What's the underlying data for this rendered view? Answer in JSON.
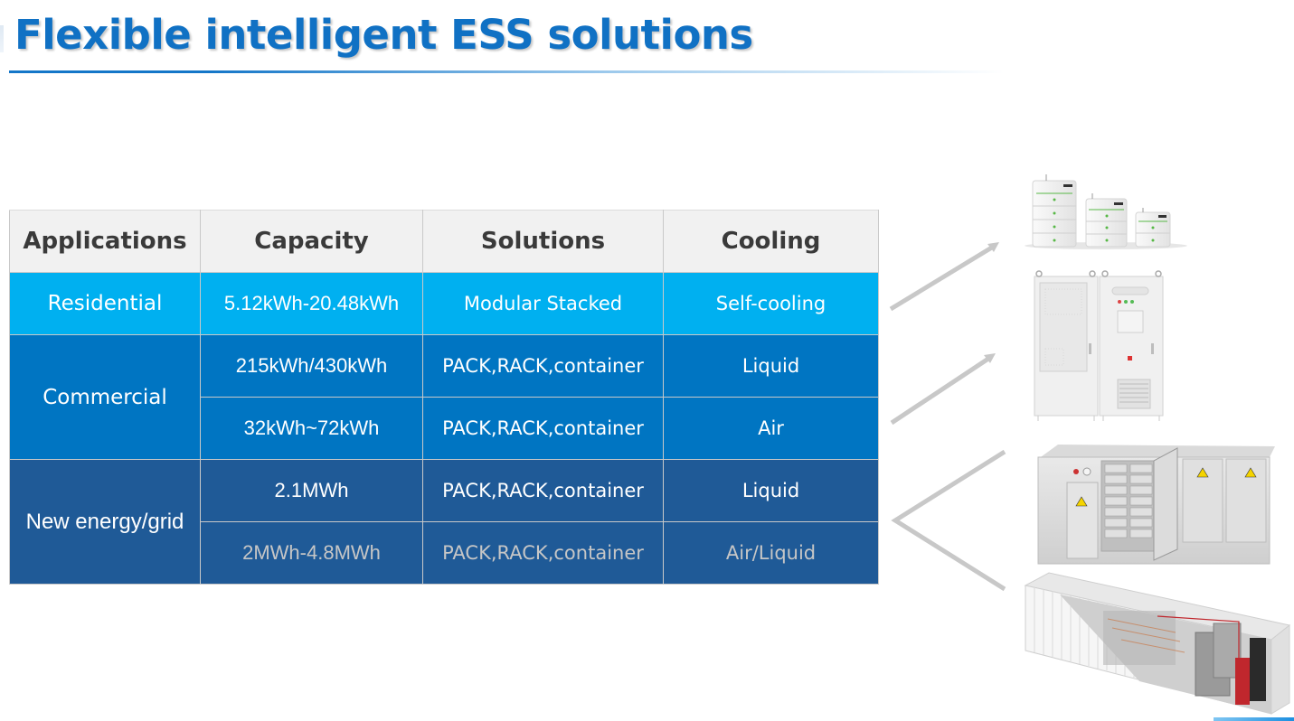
{
  "slide": {
    "title": "Flexible intelligent ESS solutions",
    "accent_color": "#1071c4"
  },
  "table": {
    "headers": [
      "Applications",
      "Capacity",
      "Solutions",
      "Cooling"
    ],
    "rows": [
      {
        "application": "Residential",
        "capacity": "5.12kWh-20.48kWh",
        "solution": "Modular Stacked",
        "cooling": "Self-cooling"
      },
      {
        "application": "Commercial",
        "capacity": "215kWh/430kWh",
        "solution": "PACK,RACK,container",
        "cooling": "Liquid"
      },
      {
        "application": "Commercial",
        "capacity": "32kWh~72kWh",
        "solution": "PACK,RACK,container",
        "cooling": "Air"
      },
      {
        "application": "New energy/grid",
        "capacity": "2.1MWh",
        "solution": "PACK,RACK,container",
        "cooling": "Liquid"
      },
      {
        "application": "New energy/grid",
        "capacity": "2MWh-4.8MWh",
        "solution": "PACK,RACK,container",
        "cooling": "Air/Liquid"
      }
    ],
    "groups": {
      "residential": "Residential",
      "commercial": "Commercial",
      "grid": "New energy/grid"
    },
    "colors": {
      "header_bg": "#f1f1f1",
      "residential_bg": "#00b0f0",
      "commercial_bg": "#0075c2",
      "grid_bg": "#1f5a97"
    }
  },
  "products": [
    {
      "name": "residential-stacked-battery-units",
      "icon": "stacked-battery-icon"
    },
    {
      "name": "commercial-outdoor-cabinet",
      "icon": "cabinet-icon"
    },
    {
      "name": "container-ess-open-doors",
      "icon": "container-icon"
    },
    {
      "name": "container-ess-cutaway",
      "icon": "container-cutaway-icon"
    }
  ]
}
